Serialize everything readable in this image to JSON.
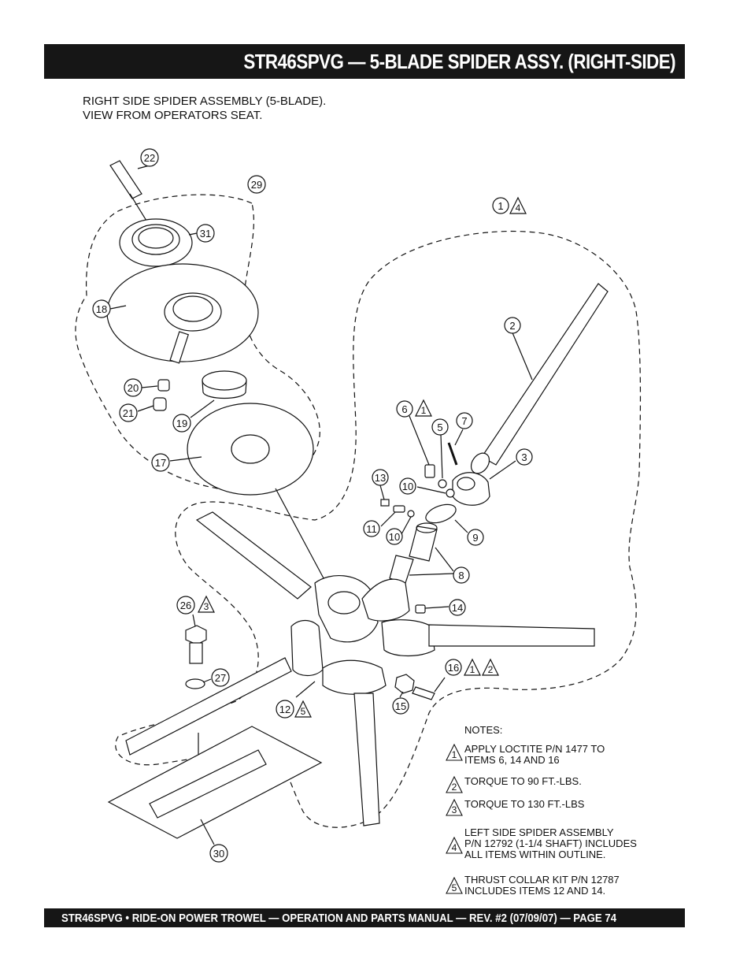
{
  "header": {
    "title": "STR46SPVG — 5-BLADE SPIDER  ASSY. (RIGHT-SIDE)"
  },
  "subtitle": {
    "line1": "RIGHT SIDE SPIDER ASSEMBLY (5-BLADE).",
    "line2": "VIEW FROM OPERATORS SEAT."
  },
  "callouts": {
    "c22": "22",
    "c29": "29",
    "c31": "31",
    "c18": "18",
    "c20": "20",
    "c21": "21",
    "c19": "19",
    "c17": "17",
    "c1": "1",
    "c2": "2",
    "c6": "6",
    "c5": "5",
    "c7": "7",
    "c3": "3",
    "c13": "13",
    "c10a": "10",
    "c11": "11",
    "c10b": "10",
    "c9": "9",
    "c8": "8",
    "c14": "14",
    "c26": "26",
    "c27": "27",
    "c16": "16",
    "c15": "15",
    "c12": "12",
    "c30": "30"
  },
  "triangles": {
    "t1_4": "4",
    "t6_1": "1",
    "t26_3": "3",
    "t16_1": "1",
    "t16_2": "2",
    "t12_5": "5"
  },
  "notes": {
    "heading": "NOTES:",
    "items": [
      {
        "num": "1",
        "line1": "APPLY LOCTITE  P/N 1477 TO",
        "line2": "ITEMS 6, 14 AND 16",
        "line3": ""
      },
      {
        "num": "2",
        "line1": "TORQUE TO 90 FT.-LBS.",
        "line2": "",
        "line3": ""
      },
      {
        "num": "3",
        "line1": "TORQUE TO 130 FT.-LBS",
        "line2": "",
        "line3": ""
      },
      {
        "num": "4",
        "line1": "LEFT SIDE SPIDER ASSEMBLY",
        "line2": "P/N 12792 (1-1/4 SHAFT) INCLUDES",
        "line3": "ALL ITEMS WITHIN OUTLINE."
      },
      {
        "num": "5",
        "line1": "THRUST COLLAR KIT P/N 12787",
        "line2": "INCLUDES ITEMS 12 AND 14.",
        "line3": ""
      }
    ]
  },
  "footer": {
    "text": "STR46SPVG • RIDE-ON POWER TROWEL — OPERATION AND PARTS MANUAL — REV. #2 (07/09/07) — PAGE 74"
  }
}
